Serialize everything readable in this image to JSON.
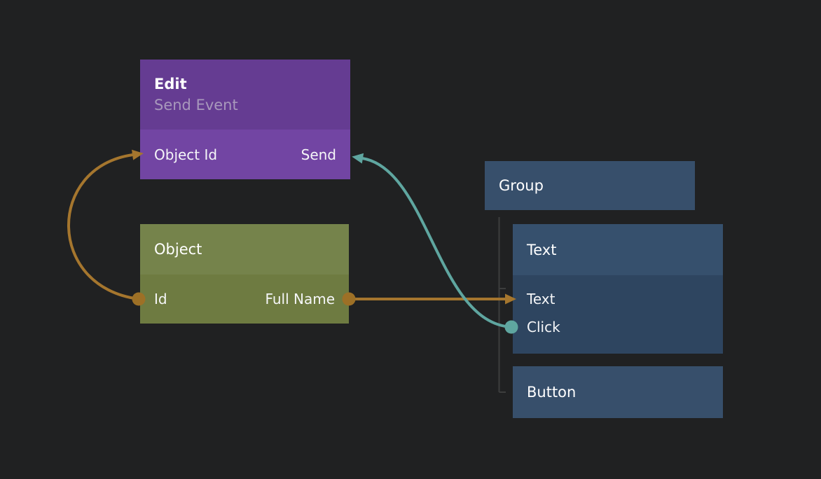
{
  "canvas": {
    "background": "#202122"
  },
  "palette": {
    "connection_orange": "#a5762e",
    "connection_teal": "#5fa6a0",
    "edit_header": "#653c92",
    "edit_body": "#7245a3",
    "object_header": "#75834b",
    "object_body": "#6e7b41",
    "group_header": "#374f6b",
    "text_header": "#36506d",
    "text_body": "#2e4560",
    "title_text": "#ffffff",
    "subtitle_text": "#a898bc",
    "tree_line": "#3c3d3d"
  },
  "nodes": {
    "edit": {
      "title": "Edit",
      "subtitle": "Send Event",
      "ports": {
        "object_id": "Object Id",
        "send": "Send"
      }
    },
    "object": {
      "title": "Object",
      "ports": {
        "id": "Id",
        "full_name": "Full Name"
      }
    },
    "group": {
      "title": "Group"
    },
    "text": {
      "title": "Text",
      "ports": {
        "text": "Text",
        "click": "Click"
      }
    },
    "button": {
      "title": "Button"
    }
  },
  "connections": [
    {
      "from": "Object.Id",
      "to": "Edit.Object Id",
      "color": "#a5762e"
    },
    {
      "from": "Object.Full Name",
      "to": "Text.Text",
      "color": "#a5762e"
    },
    {
      "from": "Text.Click",
      "to": "Edit.Send",
      "color": "#5fa6a0"
    }
  ]
}
